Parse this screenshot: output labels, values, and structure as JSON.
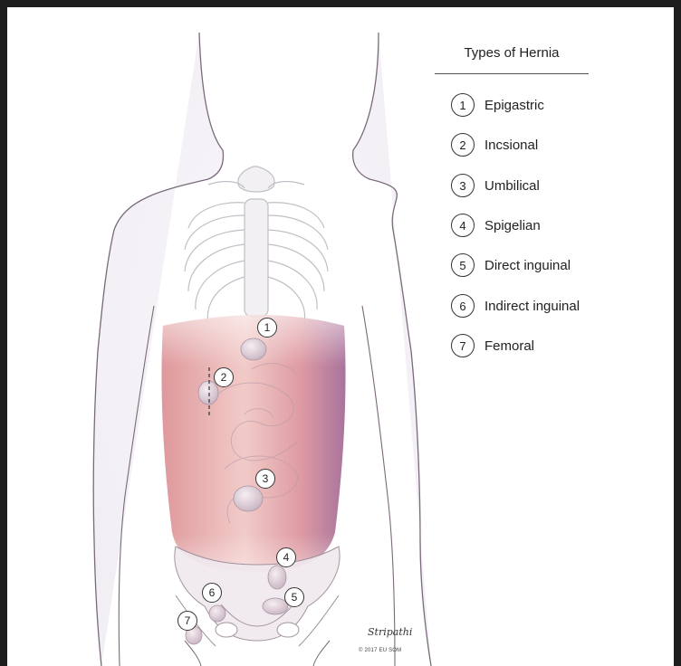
{
  "legend": {
    "title": "Types of Hernia",
    "items": [
      {
        "num": "1",
        "label": "Epigastric"
      },
      {
        "num": "2",
        "label": "Incsional"
      },
      {
        "num": "3",
        "label": "Umbilical"
      },
      {
        "num": "4",
        "label": "Spigelian"
      },
      {
        "num": "5",
        "label": "Direct inguinal"
      },
      {
        "num": "6",
        "label": "Indirect inguinal"
      },
      {
        "num": "7",
        "label": "Femoral"
      }
    ]
  },
  "markers": [
    "1",
    "2",
    "3",
    "4",
    "5",
    "6",
    "7"
  ],
  "credit": {
    "signature": "Stripathi",
    "copyright": "© 2017 EU SOM"
  },
  "colors": {
    "frame": "#1e1e1e",
    "body_outline": "#7a6a7a",
    "abdomen_muscle": "#d9868a",
    "abdomen_purple": "#9a5a8c",
    "skin_tint": "#ece8f0"
  }
}
